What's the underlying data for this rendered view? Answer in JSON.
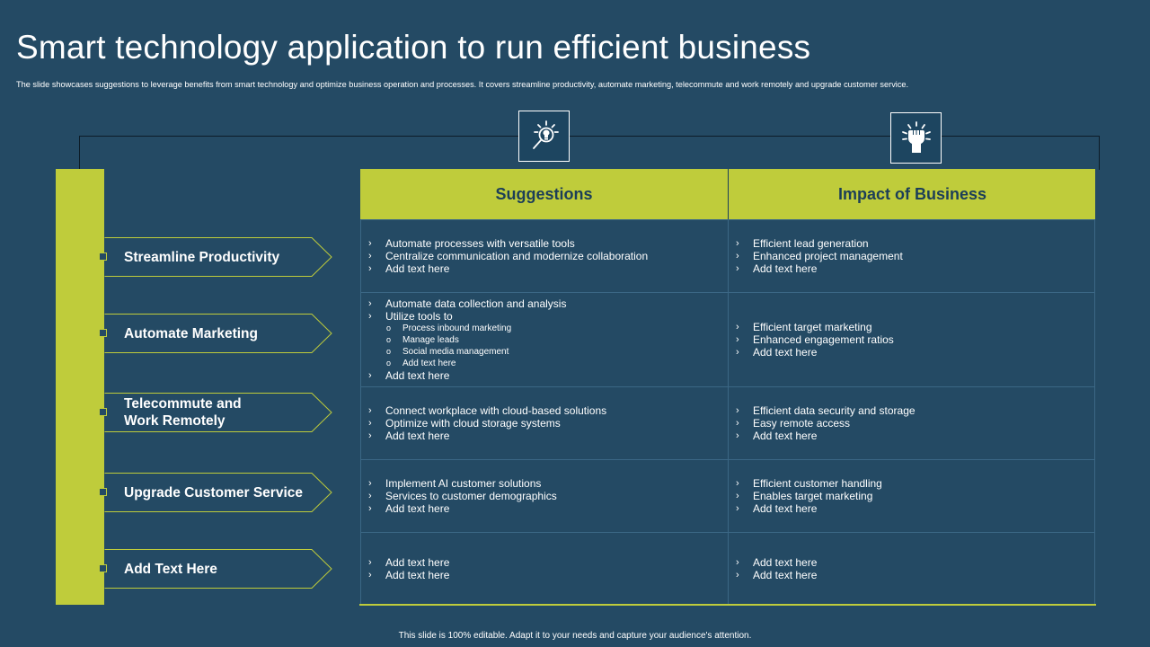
{
  "slide": {
    "title": "Smart technology application to run efficient business",
    "subtitle": "The slide showcases suggestions to leverage benefits from smart technology and optimize business operation and processes. It covers streamline productivity, automate marketing, telecommute  and work remotely and upgrade customer service.",
    "footer": "This slide is 100% editable.  Adapt it to your needs and capture your audience's attention."
  },
  "colors": {
    "background": "#244a64",
    "accent": "#bfcc3b",
    "header_text": "#1c3e58"
  },
  "icons": {
    "suggestions": "lightbulb-magnifier-icon",
    "impact": "raised-fist-icon"
  },
  "table": {
    "headers": [
      "Suggestions",
      "Impact of Business"
    ],
    "rows": [
      {
        "category": "Streamline Productivity",
        "suggestions": [
          {
            "text": "Automate processes with versatile tools"
          },
          {
            "text": "Centralize communication and modernize collaboration"
          },
          {
            "text": "Add text here"
          }
        ],
        "impact": [
          {
            "text": "Efficient lead generation"
          },
          {
            "text": "Enhanced project management"
          },
          {
            "text": "Add text here"
          }
        ]
      },
      {
        "category": "Automate Marketing",
        "suggestions": [
          {
            "text": "Automate data collection and analysis"
          },
          {
            "text": "Utilize tools to",
            "sub": [
              "Process inbound marketing",
              "Manage leads",
              "Social media management",
              "Add text here"
            ]
          },
          {
            "text": "Add text here"
          }
        ],
        "impact": [
          {
            "text": "Efficient target marketing"
          },
          {
            "text": "Enhanced engagement ratios"
          },
          {
            "text": "Add text here"
          }
        ]
      },
      {
        "category": "Telecommute and Work Remotely",
        "suggestions": [
          {
            "text": "Connect workplace with cloud-based solutions"
          },
          {
            "text": "Optimize with cloud storage systems"
          },
          {
            "text": "Add text here"
          }
        ],
        "impact": [
          {
            "text": "Efficient data security and storage"
          },
          {
            "text": "Easy remote access"
          },
          {
            "text": "Add text here"
          }
        ]
      },
      {
        "category": "Upgrade Customer Service",
        "suggestions": [
          {
            "text": "Implement AI customer solutions"
          },
          {
            "text": "Services to customer demographics"
          },
          {
            "text": "Add text here"
          }
        ],
        "impact": [
          {
            "text": "Efficient customer handling"
          },
          {
            "text": "Enables target marketing"
          },
          {
            "text": "Add text here"
          }
        ]
      },
      {
        "category": "Add Text Here",
        "suggestions": [
          {
            "text": "Add text here"
          },
          {
            "text": "Add text here"
          }
        ],
        "impact": [
          {
            "text": "Add text here"
          },
          {
            "text": "Add text here"
          }
        ]
      }
    ]
  }
}
